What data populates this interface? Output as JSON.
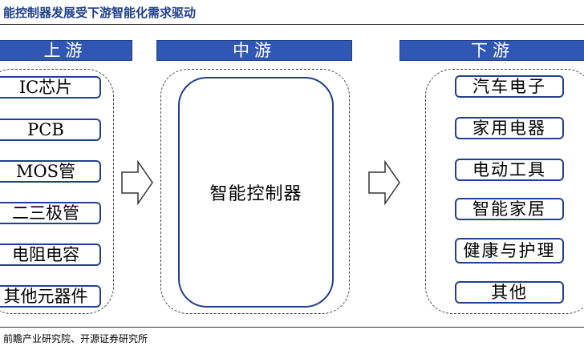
{
  "title": "能控制器发展受下游智能化需求驱动",
  "upstream": {
    "header": "上游",
    "items": [
      "IC芯片",
      "PCB",
      "MOS管",
      "二三极管",
      "电阻电容",
      "其他元器件"
    ]
  },
  "midstream": {
    "header": "中游",
    "center": "智能控制器"
  },
  "downstream": {
    "header": "下游",
    "items": [
      "汽车电子",
      "家用电器",
      "电动工具",
      "智能家居",
      "健康与护理",
      "其他"
    ]
  },
  "source": "前瞻产业研究院、开源证券研究所",
  "colors": {
    "title": "#1f3f8a",
    "header_bg": "#3057b3",
    "box_border": "#23408c"
  }
}
